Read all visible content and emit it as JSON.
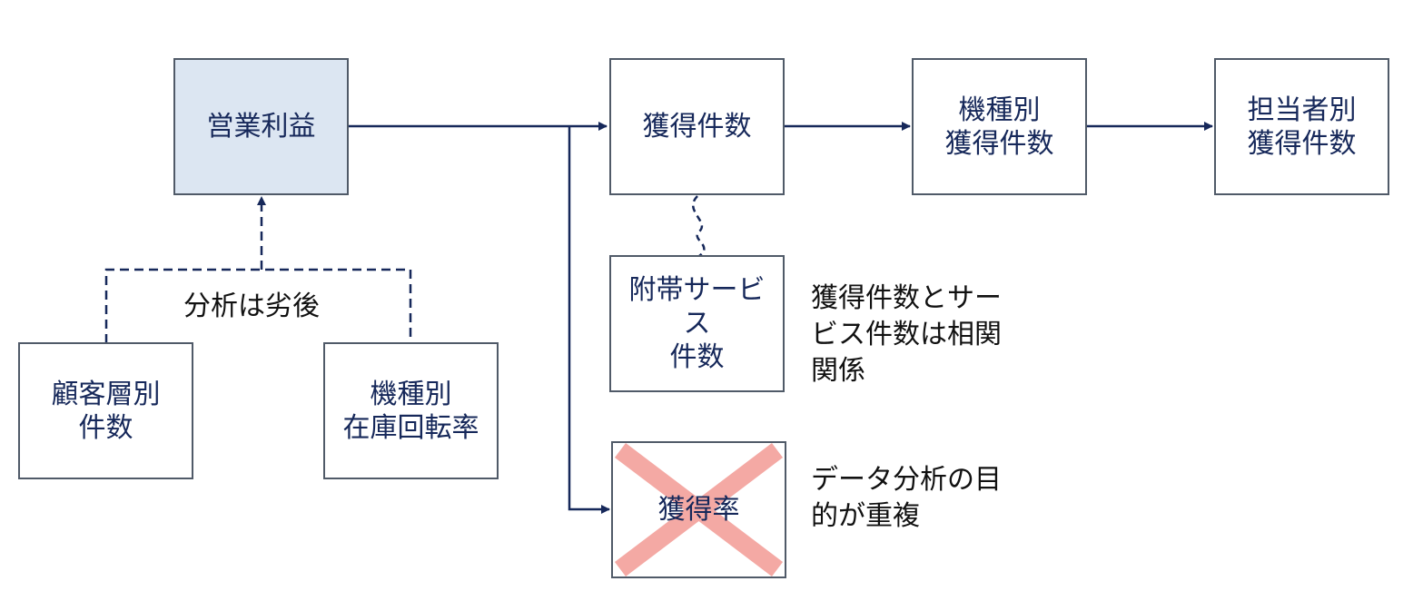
{
  "nodes": {
    "operating_profit": "営業利益",
    "acquisitions": "獲得件数",
    "acquisitions_by_model": "機種別\n獲得件数",
    "acquisitions_by_staff": "担当者別\n獲得件数",
    "add_on_service": "附帯サービ\nス\n件数",
    "acquisition_rate": "獲得率",
    "by_customer_tier": "顧客層別\n件数",
    "inventory_turnover_by_model": "機種別\n在庫回転率"
  },
  "labels": {
    "lower_priority": "分析は劣後"
  },
  "notes": {
    "correlation": "獲得件数とサー\nビス件数は相関\n関係",
    "duplicate_purpose": "データ分析の目\n的が重複"
  },
  "colors": {
    "line": "#16285a",
    "box_border": "#505a68",
    "highlight_fill": "#dce6f2",
    "cross": "#f4a9a4"
  }
}
